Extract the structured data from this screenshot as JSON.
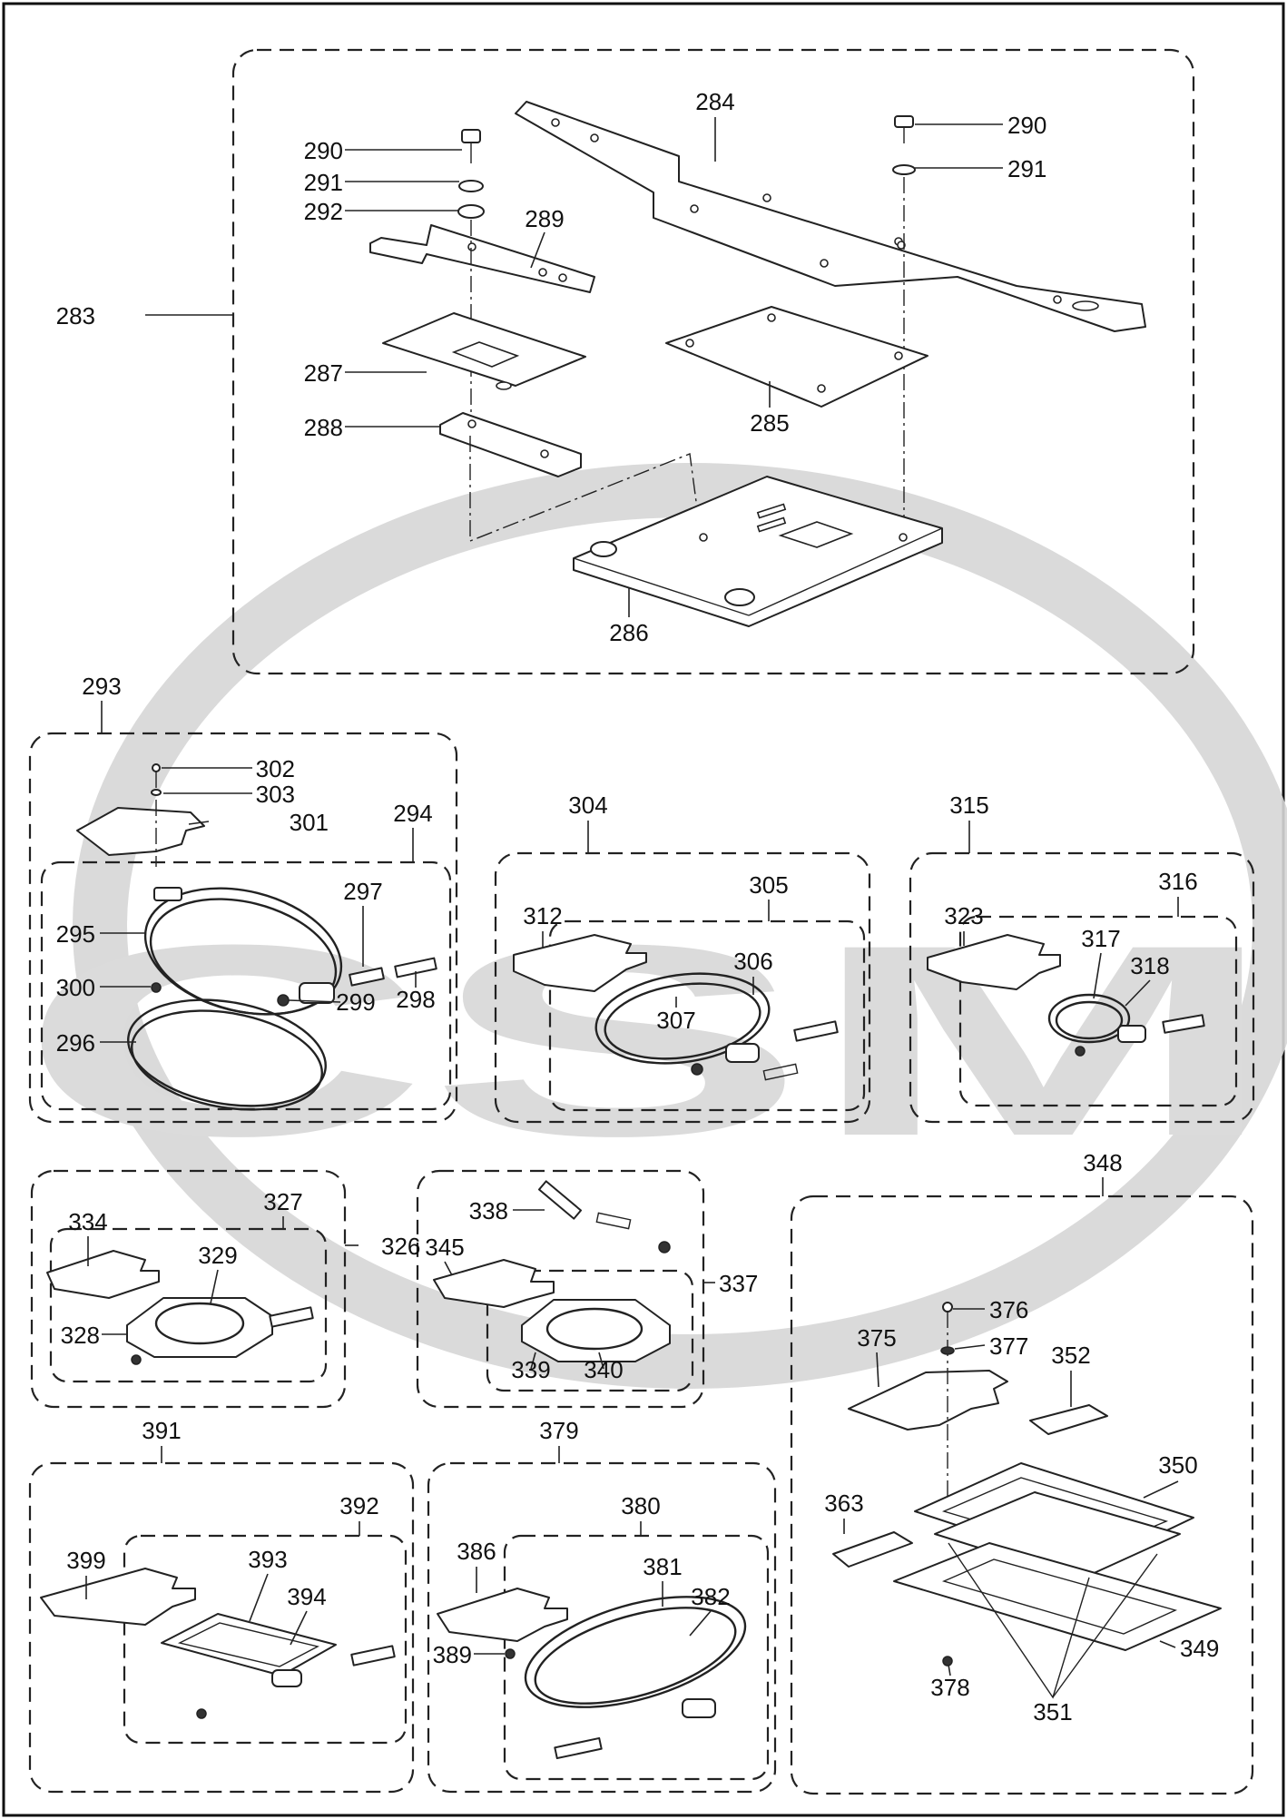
{
  "watermark": {
    "text": "CSM"
  },
  "labels": [
    "283",
    "284",
    "285",
    "286",
    "287",
    "288",
    "289",
    "290",
    "291",
    "292",
    "290",
    "291",
    "293",
    "294",
    "295",
    "296",
    "297",
    "298",
    "299",
    "300",
    "301",
    "302",
    "303",
    "304",
    "305",
    "306",
    "307",
    "312",
    "315",
    "316",
    "317",
    "318",
    "323",
    "326",
    "327",
    "328",
    "329",
    "334",
    "337",
    "338",
    "339",
    "340",
    "345",
    "348",
    "349",
    "350",
    "351",
    "352",
    "363",
    "375",
    "376",
    "377",
    "378",
    "379",
    "380",
    "381",
    "382",
    "386",
    "389",
    "391",
    "392",
    "393",
    "394",
    "399"
  ]
}
